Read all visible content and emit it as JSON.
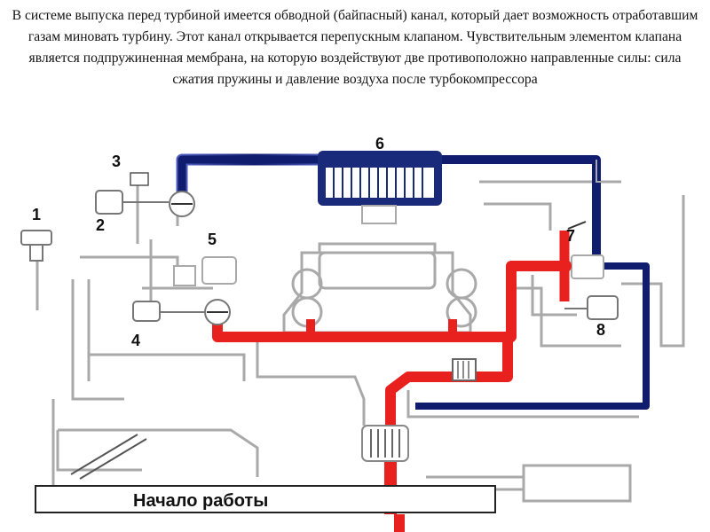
{
  "caption": "В системе выпуска перед турбиной имеется обводной (байпасный) канал, который дает возможность отработавшим газам миновать турбину. Этот канал открывается перепускным клапаном. Чувствительным элементом клапана является подпружиненная мембрана, на которую воздействуют две противоположно направленные силы: сила сжатия пружины и давление воздуха после турбокомпрессора",
  "labels": {
    "l1": "1",
    "l2": "2",
    "l3": "3",
    "l4": "4",
    "l5": "5",
    "l6": "6",
    "l7": "7",
    "l8": "8"
  },
  "status_label": "Начало работы",
  "colors": {
    "exhaust": "#e8201e",
    "intake": "#1a2a7a",
    "outline": "#a9a9a9"
  }
}
